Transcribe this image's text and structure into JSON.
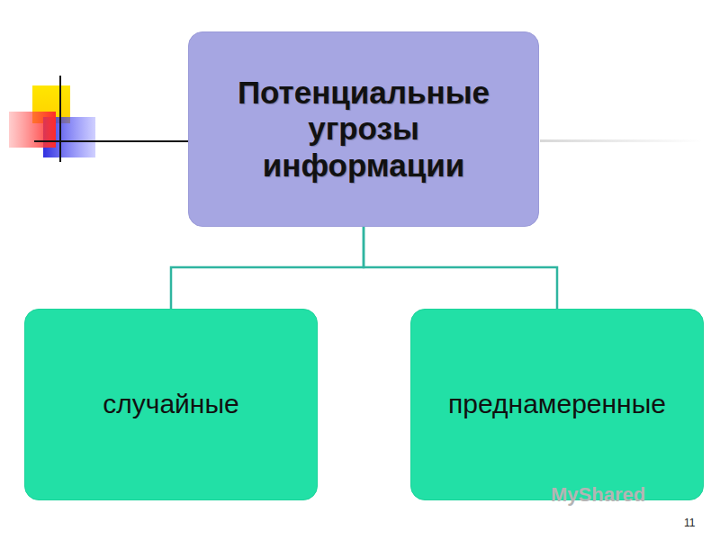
{
  "diagram": {
    "nodes": [
      {
        "text": [
          "Потенциальные угрозы информации"
        ]
      },
      {
        "text": [
          "случайные"
        ]
      },
      {
        "text": [
          "преднамеренные"
        ]
      }
    ],
    "edges": [
      {
        "from": 0,
        "to": 1,
        "arrow": "none"
      },
      {
        "from": 0,
        "to": 2,
        "arrow": "none"
      }
    ],
    "labels": [
      "MyShared",
      "11"
    ]
  }
}
